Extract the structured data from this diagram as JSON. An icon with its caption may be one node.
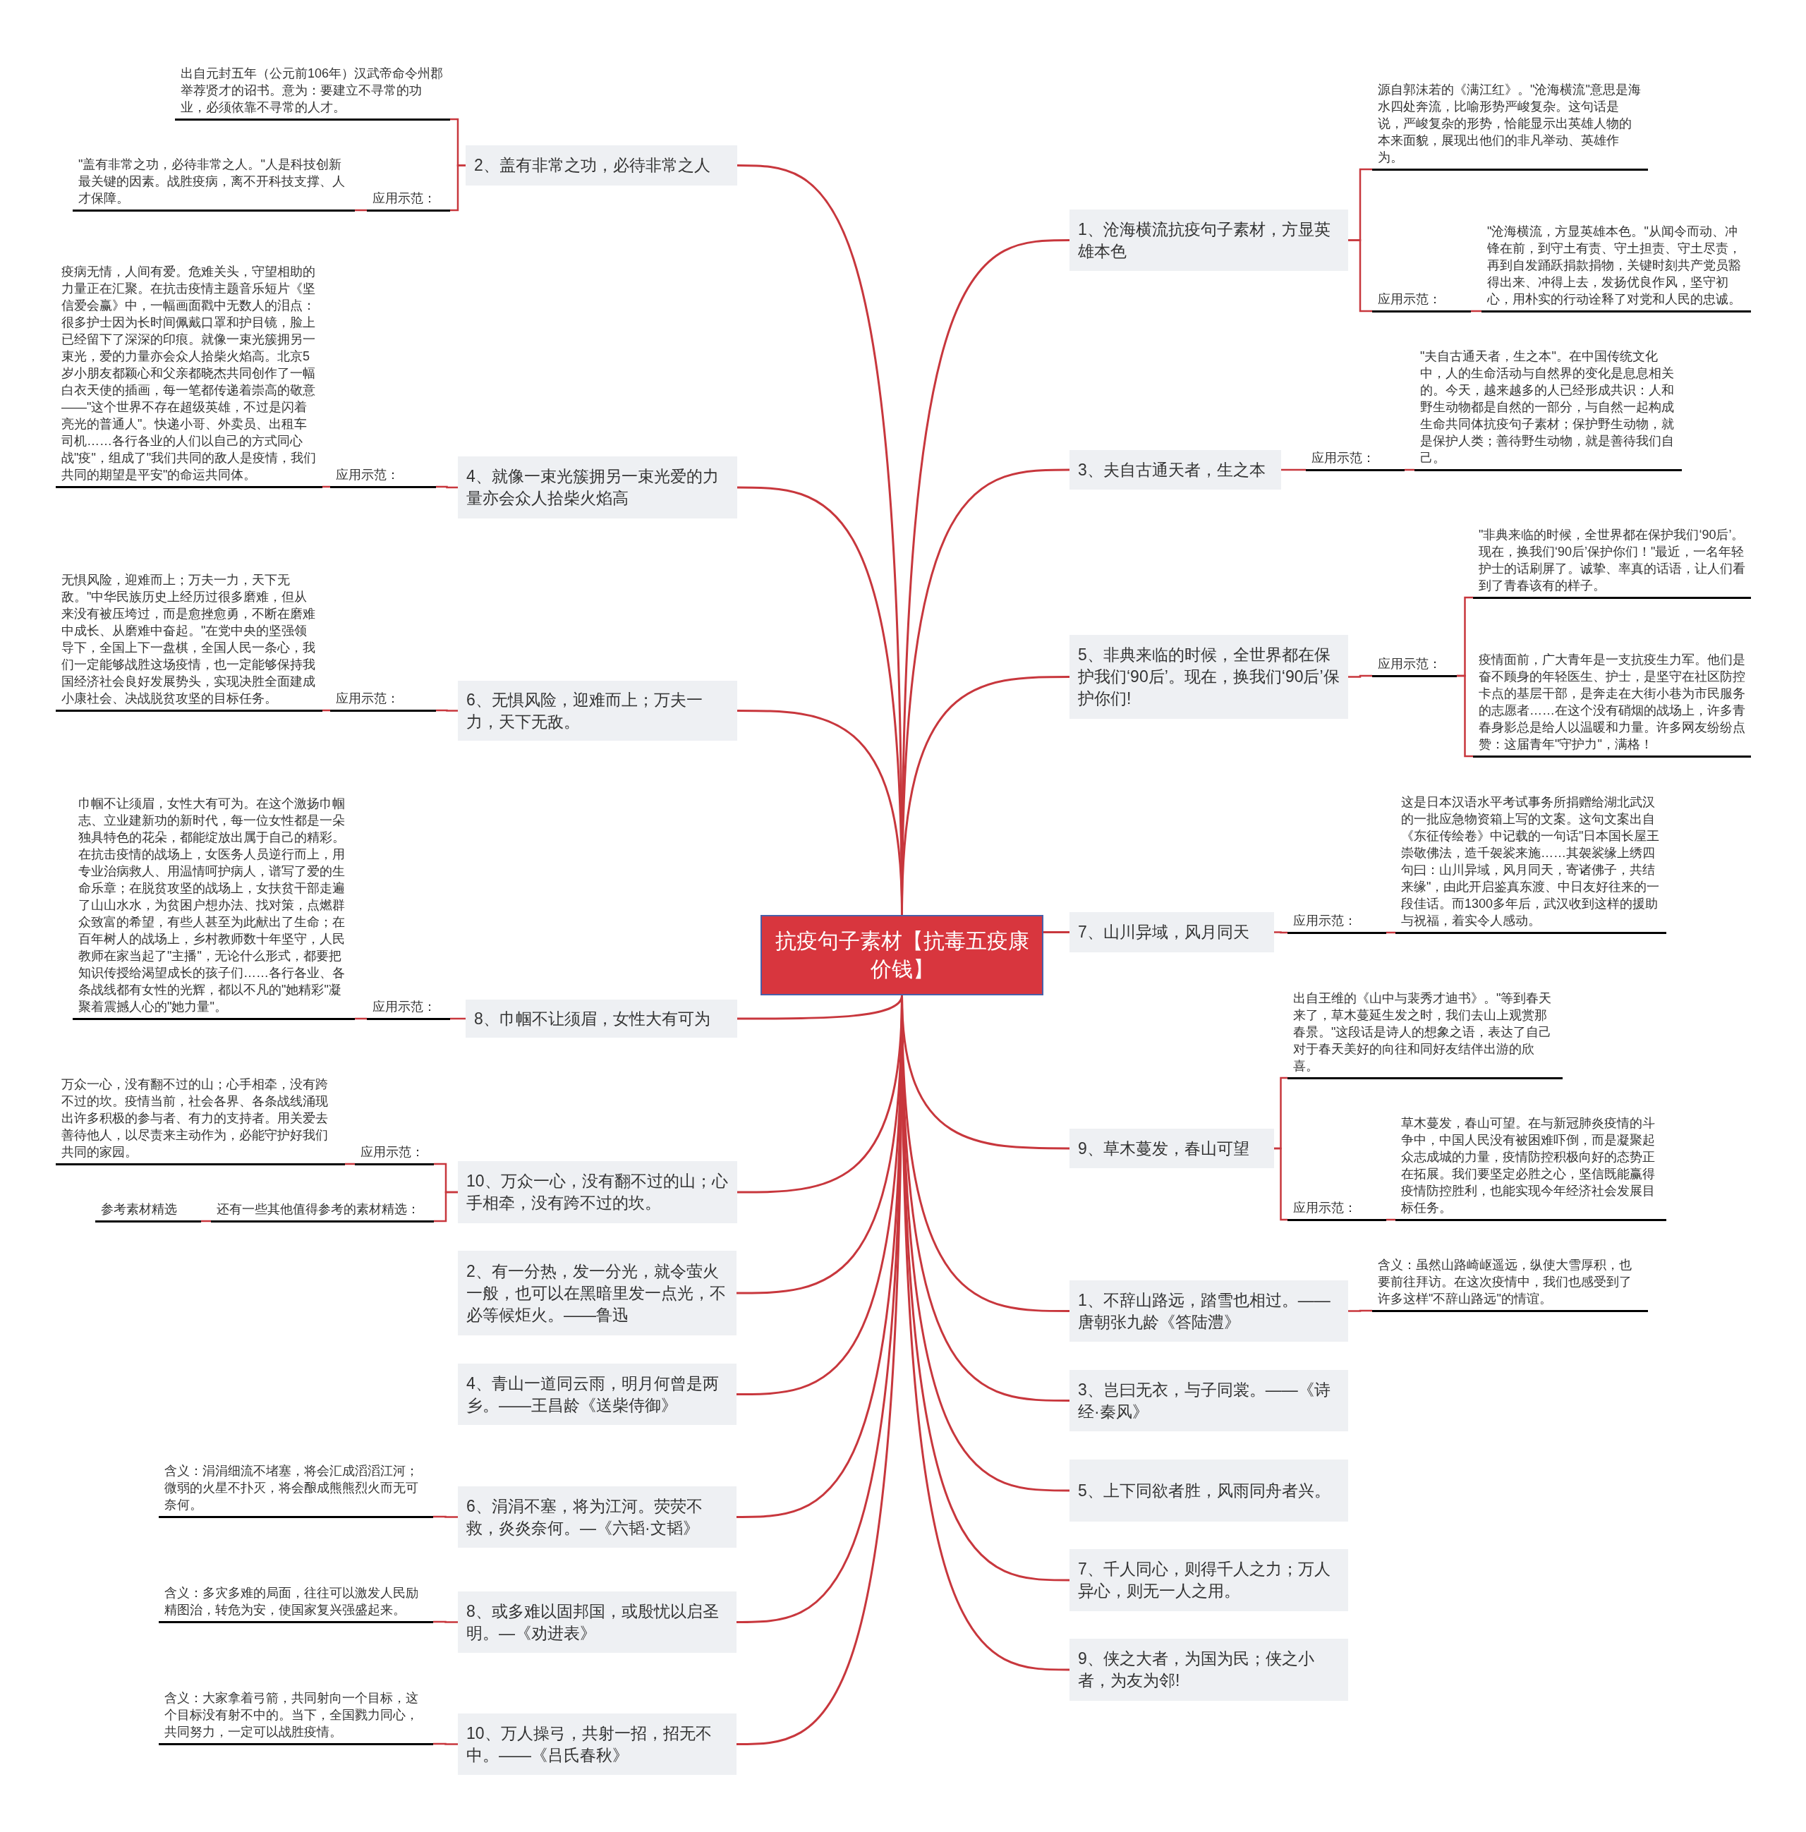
{
  "diagram": {
    "nodes": [
      {
        "text": [
          "抗疫句子素材【抗毒五疫康价钱】"
        ]
      },
      {
        "text": [
          "1、沧海横流抗疫句子素材，方显英雄本色"
        ]
      },
      {
        "text": [
          "源自郭沫若的《满江红》。\"沧海横流\"意思是海水四处奔流，比喻形势严峻复杂。这句话是说，严峻复杂的形势，恰能显示出英雄人物的本来面貌，展现出他们的非凡举动、英雄作为。"
        ]
      },
      {
        "text": [
          "应用示范："
        ]
      },
      {
        "text": [
          "\"沧海横流，方显英雄本色。\"从闻令而动、冲锋在前，到守土有责、守土担责、守土尽责，再到自发踊跃捐款捐物，关键时刻共产党员豁得出来、冲得上去，发扬优良作风，坚守初心，用朴实的行动诠释了对党和人民的忠诚。"
        ]
      },
      {
        "text": [
          "3、夫自古通天者，生之本"
        ]
      },
      {
        "text": [
          "应用示范："
        ]
      },
      {
        "text": [
          "\"夫自古通天者，生之本\"。在中国传统文化中，人的生命活动与自然界的变化是息息相关的。今天，越来越多的人已经形成共识：人和野生动物都是自然的一部分，与自然一起构成生命共同体抗疫句子素材；保护野生动物，就是保护人类；善待野生动物，就是善待我们自己。"
        ]
      },
      {
        "text": [
          "5、非典来临的时候，全世界都在保护我们‘90后’。现在，换我们‘90后’保护你们!"
        ]
      },
      {
        "text": [
          "应用示范："
        ]
      },
      {
        "text": [
          "\"非典来临的时候，全世界都在保护我们‘90后’。现在，换我们‘90后’保护你们！\"最近，一名年轻护士的话刷屏了。诚挚、率真的话语，让人们看到了青春该有的样子。"
        ]
      },
      {
        "text": [
          "疫情面前，广大青年是一支抗疫生力军。他们是奋不顾身的年轻医生、护士，是坚守在社区防控卡点的基层干部，是奔走在大街小巷为市民服务的志愿者……在这个没有硝烟的战场上，许多青春身影总是给人以温暖和力量。许多网友纷纷点赞：这届青年\"守护力\"，满格！"
        ]
      },
      {
        "text": [
          "7、山川异域，风月同天"
        ]
      },
      {
        "text": [
          "应用示范："
        ]
      },
      {
        "text": [
          "这是日本汉语水平考试事务所捐赠给湖北武汉的一批应急物资箱上写的文案。这句文案出自《东征传绘卷》中记载的一句话\"日本国长屋王崇敬佛法，造千袈裟来施……其袈裟缘上绣四句曰：山川异域，风月同天，寄诸佛子，共结来缘\"，由此开启鉴真东渡、中日友好往来的一段佳话。而1300多年后，武汉收到这样的援助与祝福，着实令人感动。"
        ]
      },
      {
        "text": [
          "9、草木蔓发，春山可望"
        ]
      },
      {
        "text": [
          "出自王维的《山中与裴秀才迪书》。\"等到春天来了，草木蔓延生发之时，我们去山上观赏那春景。\"这段话是诗人的想象之语，表达了自己对于春天美好的向往和同好友结伴出游的欣喜。"
        ]
      },
      {
        "text": [
          "应用示范："
        ]
      },
      {
        "text": [
          "草木蔓发，春山可望。在与新冠肺炎疫情的斗争中，中国人民没有被困难吓倒，而是凝聚起众志成城的力量，疫情防控积极向好的态势正在拓展。我们要坚定必胜之心，坚信既能赢得疫情防控胜利，也能实现今年经济社会发展目标任务。"
        ]
      },
      {
        "text": [
          "1、不辞山路远，踏雪也相过。——唐朝张九龄《答陆澧》"
        ]
      },
      {
        "text": [
          "含义：虽然山路崎岖遥远，纵使大雪厚积，也要前往拜访。在这次疫情中，我们也感受到了许多这样\"不辞山路远\"的情谊。"
        ]
      },
      {
        "text": [
          "3、岂曰无衣，与子同裳。——《诗经·秦风》"
        ]
      },
      {
        "text": [
          "5、上下同欲者胜，风雨同舟者兴。"
        ]
      },
      {
        "text": [
          "7、千人同心，则得千人之力；万人异心，则无一人之用。"
        ]
      },
      {
        "text": [
          "9、侠之大者，为国为民；侠之小者，为友为邻!"
        ]
      },
      {
        "text": [
          "2、盖有非常之功，必待非常之人"
        ]
      },
      {
        "text": [
          "出自元封五年（公元前106年）汉武帝命令州郡举荐贤才的诏书。意为：要建立不寻常的功业，必须依靠不寻常的人才。"
        ]
      },
      {
        "text": [
          "应用示范："
        ]
      },
      {
        "text": [
          "\"盖有非常之功，必待非常之人。\"人是科技创新最关键的因素。战胜疫病，离不开科技支撑、人才保障。"
        ]
      },
      {
        "text": [
          "4、就像一束光簇拥另一束光爱的力量亦会众人拾柴火焰高"
        ]
      },
      {
        "text": [
          "应用示范："
        ]
      },
      {
        "text": [
          "疫病无情，人间有爱。危难关头，守望相助的力量正在汇聚。在抗击疫情主题音乐短片《坚信爱会赢》中，一幅画面戳中无数人的泪点：很多护士因为长时间佩戴口罩和护目镜，脸上已经留下了深深的印痕。就像一束光簇拥另一束光，爱的力量亦会众人拾柴火焰高。北京5岁小朋友都颖心和父亲都晓杰共同创作了一幅白衣天使的插画，每一笔都传递着崇高的敬意——\"这个世界不存在超级英雄，不过是闪着亮光的普通人\"。快递小哥、外卖员、出租车司机……各行各业的人们以自己的方式同心战\"疫\"，组成了\"我们共同的敌人是疫情，我们共同的期望是平安\"的命运共同体。"
        ]
      },
      {
        "text": [
          "6、无惧风险，迎难而上；万夫一力，天下无敌。"
        ]
      },
      {
        "text": [
          "应用示范："
        ]
      },
      {
        "text": [
          "无惧风险，迎难而上；万夫一力，天下无敌。\"中华民族历史上经历过很多磨难，但从来没有被压垮过，而是愈挫愈勇，不断在磨难中成长、从磨难中奋起。\"在党中央的坚强领导下，全国上下一盘棋，全国人民一条心，我们一定能够战胜这场疫情，也一定能够保持我国经济社会良好发展势头，实现决胜全面建成小康社会、决战脱贫攻坚的目标任务。"
        ]
      },
      {
        "text": [
          "8、巾帼不让须眉，女性大有可为"
        ]
      },
      {
        "text": [
          "应用示范："
        ]
      },
      {
        "text": [
          "巾帼不让须眉，女性大有可为。在这个激扬巾帼志、立业建新功的新时代，每一位女性都是一朵独具特色的花朵，都能绽放出属于自己的精彩。在抗击疫情的战场上，女医务人员逆行而上，用专业治病救人、用温情呵护病人，谱写了爱的生命乐章；在脱贫攻坚的战场上，女扶贫干部走遍了山山水水，为贫困户想办法、找对策，点燃群众致富的希望，有些人甚至为此献出了生命；在百年树人的战场上，乡村教师数十年坚守，人民教师在家当起了\"主播\"，无论什么形式，都要把知识传授给渴望成长的孩子们……各行各业、各条战线都有女性的光辉，都以不凡的\"她精彩\"凝聚着震撼人心的\"她力量\"。"
        ]
      },
      {
        "text": [
          "10、万众一心，没有翻不过的山；心手相牵，没有跨不过的坎。"
        ]
      },
      {
        "text": [
          "应用示范："
        ]
      },
      {
        "text": [
          "万众一心，没有翻不过的山；心手相牵，没有跨不过的坎。疫情当前，社会各界、各条战线涌现出许多积极的参与者、有力的支持者。用关爱去善待他人，以尽责来主动作为，必能守护好我们共同的家园。"
        ]
      },
      {
        "text": [
          "还有一些其他值得参考的素材精选："
        ]
      },
      {
        "text": [
          "参考素材精选"
        ]
      },
      {
        "text": [
          "2、有一分热，发一分光，就令萤火一般，也可以在黑暗里发一点光，不必等候炬火。——鲁迅"
        ]
      },
      {
        "text": [
          "4、青山一道同云雨，明月何曾是两乡。——王昌龄《送柴侍御》"
        ]
      },
      {
        "text": [
          "6、涓涓不塞，将为江河。荧荧不救，炎炎奈何。—《六韬·文韬》"
        ]
      },
      {
        "text": [
          "含义：涓涓细流不堵塞，将会汇成滔滔江河；微弱的火星不扑灭，将会酿成熊熊烈火而无可奈何。"
        ]
      },
      {
        "text": [
          "8、或多难以固邦国，或殷忧以启圣明。—《劝进表》"
        ]
      },
      {
        "text": [
          "含义：多灾多难的局面，往往可以激发人民励精图治，转危为安，使国家复兴强盛起来。"
        ]
      },
      {
        "text": [
          "10、万人操弓，共射一招，招无不中。——《吕氏春秋》"
        ]
      },
      {
        "text": [
          "含义：大家拿着弓箭，共同射向一个目标，这个目标没有射不中的。当下，全国戮力同心，共同努力，一定可以战胜疫情。"
        ]
      }
    ],
    "edges": [
      {
        "from": 0,
        "to": 1,
        "arrow": "none"
      },
      {
        "from": 0,
        "to": 5,
        "arrow": "none"
      },
      {
        "from": 0,
        "to": 8,
        "arrow": "none"
      },
      {
        "from": 0,
        "to": 12,
        "arrow": "none"
      },
      {
        "from": 0,
        "to": 15,
        "arrow": "none"
      },
      {
        "from": 0,
        "to": 19,
        "arrow": "none"
      },
      {
        "from": 0,
        "to": 21,
        "arrow": "none"
      },
      {
        "from": 0,
        "to": 22,
        "arrow": "none"
      },
      {
        "from": 0,
        "to": 23,
        "arrow": "none"
      },
      {
        "from": 0,
        "to": 24,
        "arrow": "none"
      },
      {
        "from": 0,
        "to": 25,
        "arrow": "none"
      },
      {
        "from": 0,
        "to": 29,
        "arrow": "none"
      },
      {
        "from": 0,
        "to": 32,
        "arrow": "none"
      },
      {
        "from": 0,
        "to": 35,
        "arrow": "none"
      },
      {
        "from": 0,
        "to": 38,
        "arrow": "none"
      },
      {
        "from": 0,
        "to": 43,
        "arrow": "none"
      },
      {
        "from": 0,
        "to": 44,
        "arrow": "none"
      },
      {
        "from": 0,
        "to": 45,
        "arrow": "none"
      },
      {
        "from": 0,
        "to": 47,
        "arrow": "none"
      },
      {
        "from": 0,
        "to": 49,
        "arrow": "none"
      },
      {
        "from": 1,
        "to": 2,
        "arrow": "none"
      },
      {
        "from": 1,
        "to": 3,
        "arrow": "none"
      },
      {
        "from": 3,
        "to": 4,
        "arrow": "none"
      },
      {
        "from": 5,
        "to": 6,
        "arrow": "none"
      },
      {
        "from": 6,
        "to": 7,
        "arrow": "none"
      },
      {
        "from": 8,
        "to": 9,
        "arrow": "none"
      },
      {
        "from": 9,
        "to": 10,
        "arrow": "none"
      },
      {
        "from": 9,
        "to": 11,
        "arrow": "none"
      },
      {
        "from": 12,
        "to": 13,
        "arrow": "none"
      },
      {
        "from": 13,
        "to": 14,
        "arrow": "none"
      },
      {
        "from": 15,
        "to": 16,
        "arrow": "none"
      },
      {
        "from": 15,
        "to": 17,
        "arrow": "none"
      },
      {
        "from": 17,
        "to": 18,
        "arrow": "none"
      },
      {
        "from": 19,
        "to": 20,
        "arrow": "none"
      },
      {
        "from": 25,
        "to": 26,
        "arrow": "none"
      },
      {
        "from": 25,
        "to": 27,
        "arrow": "none"
      },
      {
        "from": 27,
        "to": 28,
        "arrow": "none"
      },
      {
        "from": 29,
        "to": 30,
        "arrow": "none"
      },
      {
        "from": 30,
        "to": 31,
        "arrow": "none"
      },
      {
        "from": 32,
        "to": 33,
        "arrow": "none"
      },
      {
        "from": 33,
        "to": 34,
        "arrow": "none"
      },
      {
        "from": 35,
        "to": 36,
        "arrow": "none"
      },
      {
        "from": 36,
        "to": 37,
        "arrow": "none"
      },
      {
        "from": 38,
        "to": 39,
        "arrow": "none"
      },
      {
        "from": 39,
        "to": 40,
        "arrow": "none"
      },
      {
        "from": 38,
        "to": 41,
        "arrow": "none"
      },
      {
        "from": 41,
        "to": 42,
        "arrow": "none"
      },
      {
        "from": 45,
        "to": 46,
        "arrow": "none"
      },
      {
        "from": 47,
        "to": 48,
        "arrow": "none"
      },
      {
        "from": 49,
        "to": 50,
        "arrow": "none"
      }
    ]
  }
}
